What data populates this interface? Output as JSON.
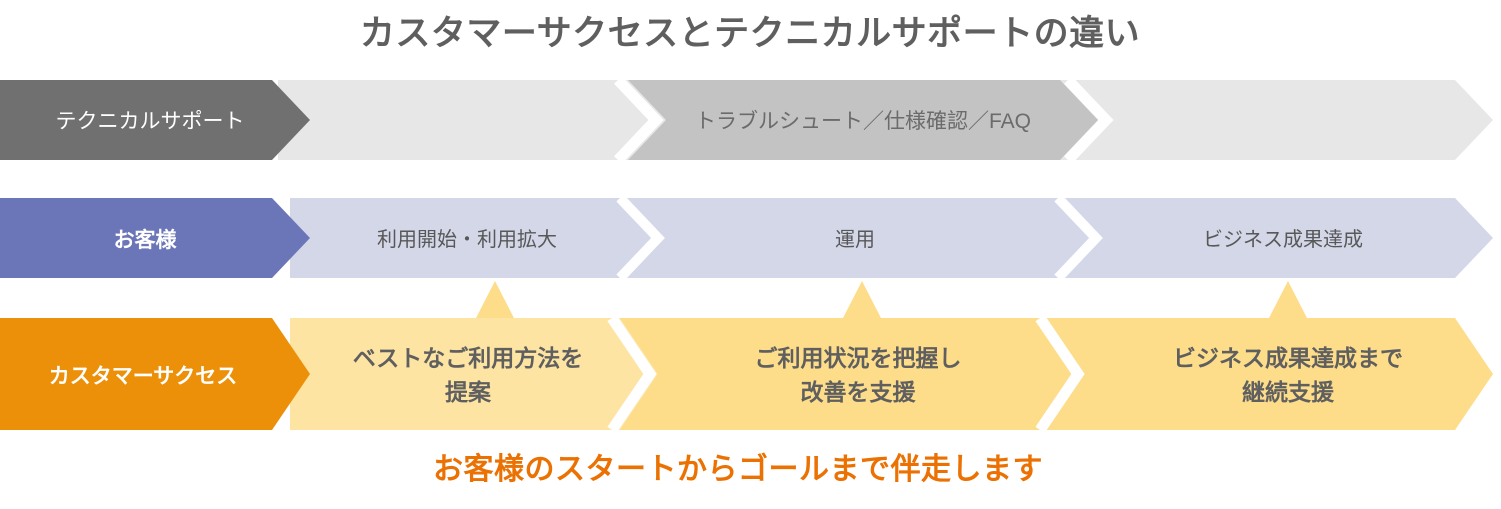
{
  "title": "カスタマーサクセスとテクニカルサポートの違い",
  "footer": "お客様のスタートからゴールまで伴走します",
  "colors": {
    "title_text": "#5f5f5f",
    "footer_text": "#ea7102",
    "support_label_fill": "#707070",
    "support_band_fill": "#e7e7e7",
    "support_active_fill": "#c3c3c3",
    "customer_label_fill": "#6b76b8",
    "customer_band_fill": "#d3d7e8",
    "success_label_fill": "#ed9009",
    "success_band_fill": "#fddd8a",
    "success_band_light_fill": "#fde4a3",
    "separator": "#ffffff"
  },
  "rows": [
    {
      "id": "technical-support",
      "label": "テクニカルサポート",
      "label_style": "thin",
      "cells": [
        {
          "id": "ts-stage-1",
          "text": "",
          "active": false
        },
        {
          "id": "ts-stage-2",
          "text": "トラブルシュート／仕様確認／FAQ",
          "active": true
        },
        {
          "id": "ts-stage-3",
          "text": "",
          "active": false
        }
      ]
    },
    {
      "id": "customer",
      "label": "お客様",
      "label_style": "bold",
      "cells": [
        {
          "id": "cu-stage-1",
          "text": "利用開始・利用拡大",
          "active": false
        },
        {
          "id": "cu-stage-2",
          "text": "運用",
          "active": false
        },
        {
          "id": "cu-stage-3",
          "text": "ビジネス成果達成",
          "active": false
        }
      ]
    },
    {
      "id": "customer-success",
      "label": "カスタマーサクセス",
      "label_style": "bold",
      "cells": [
        {
          "id": "cs-stage-1",
          "line1": "ベストなご利用方法を",
          "line2": "提案",
          "active": false
        },
        {
          "id": "cs-stage-2",
          "line1": "ご利用状況を把握し",
          "line2": "改善を支援",
          "active": false
        },
        {
          "id": "cs-stage-3",
          "line1": "ビジネス成果達成まで",
          "line2": "継続支援",
          "active": false
        }
      ]
    }
  ]
}
